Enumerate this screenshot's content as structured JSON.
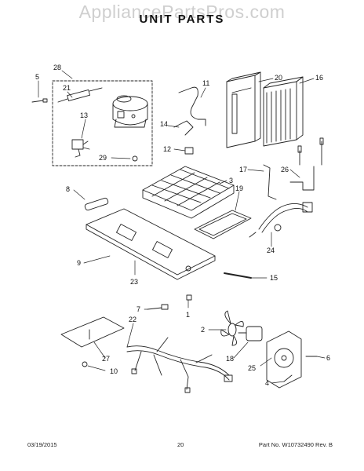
{
  "watermark": "AppliancePartsPros.com",
  "title": "UNIT PARTS",
  "footer": {
    "date": "03/19/2015",
    "page": "20",
    "part_line": "Part No. W10732490  Rev. B"
  },
  "callouts": [
    "1",
    "2",
    "3",
    "4",
    "5",
    "6",
    "7",
    "8",
    "9",
    "10",
    "11",
    "12",
    "13",
    "14",
    "15",
    "16",
    "17",
    "18",
    "19",
    "20",
    "21",
    "22",
    "23",
    "24",
    "25",
    "26",
    "27",
    "28",
    "29"
  ]
}
